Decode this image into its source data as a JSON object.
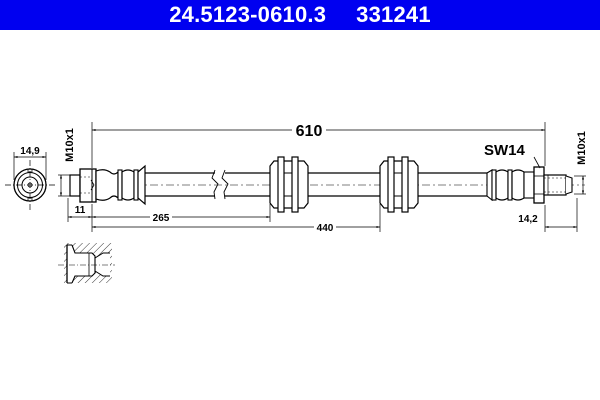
{
  "header": {
    "part_number": "24.5123-0610.3",
    "article_number": "331241",
    "background_color": "#0000f0",
    "text_color": "#ffffff"
  },
  "diagram": {
    "type": "technical drawing - brake hose",
    "dimensions": {
      "overall_length": "610",
      "left_thread": "M10x1",
      "right_thread": "M10x1",
      "left_end_diameter": "14,9",
      "left_fitting_length": "11",
      "distance_to_first_grommet": "265",
      "distance_to_second_grommet": "440",
      "right_hex_size": "SW14",
      "right_fitting_length": "14,2"
    },
    "line_color": "#000000"
  }
}
